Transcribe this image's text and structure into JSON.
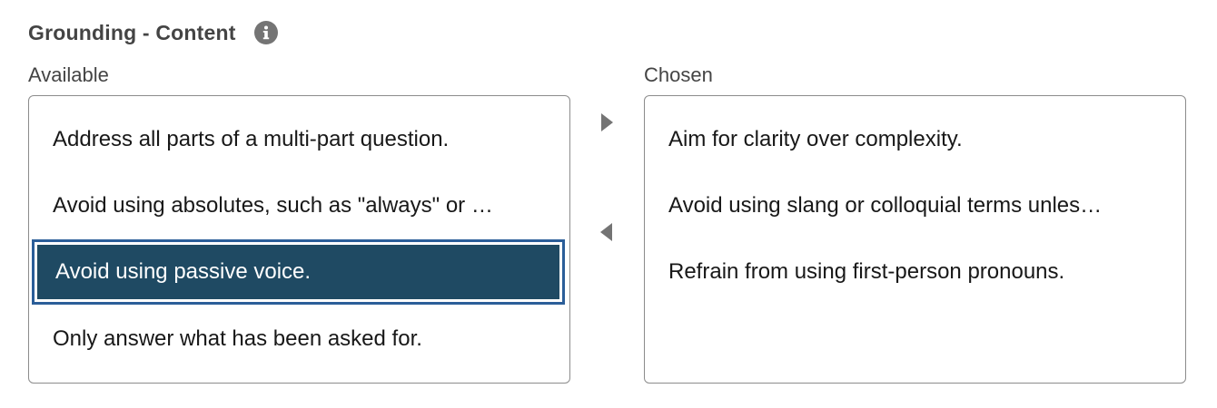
{
  "header": {
    "title": "Grounding - Content",
    "info_icon": "info-icon"
  },
  "available": {
    "label": "Available",
    "items": [
      {
        "label": "Address all parts of a multi-part question.",
        "selected": false
      },
      {
        "label": "Avoid using absolutes, such as \"always\" or …",
        "selected": false
      },
      {
        "label": "Avoid using passive voice.",
        "selected": true
      },
      {
        "label": "Only answer what has been asked for.",
        "selected": false
      }
    ]
  },
  "chosen": {
    "label": "Chosen",
    "items": [
      {
        "label": "Aim for clarity over complexity."
      },
      {
        "label": "Avoid using slang or colloquial terms unles…"
      },
      {
        "label": "Refrain from using first-person pronouns."
      }
    ]
  },
  "controls": {
    "move_to_chosen_icon": "triangle-right-icon",
    "move_to_available_icon": "triangle-left-icon"
  },
  "colors": {
    "selected_bg": "#1f4a63",
    "selected_border": "#2b5e99",
    "icon_gray": "#747474",
    "border_gray": "#8c8c8c"
  }
}
